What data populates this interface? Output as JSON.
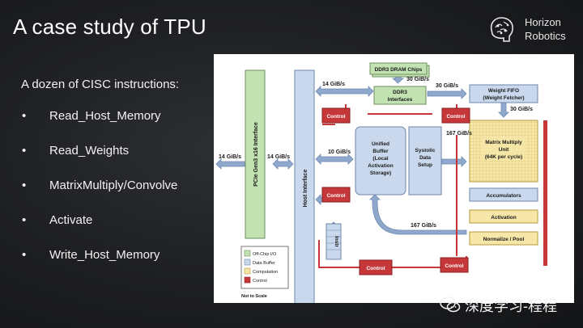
{
  "slide": {
    "title": "A case study of TPU",
    "intro": "A dozen of CISC instructions:",
    "bullets": [
      "Read_Host_Memory",
      "Read_Weights",
      "MatrixMultiply/Convolve",
      "Activate",
      "Write_Host_Memory"
    ],
    "bullet_symbol": "•"
  },
  "logo": {
    "line1": "Horizon",
    "line2": "Robotics",
    "icon": "brain-icon"
  },
  "watermark": {
    "text": "深度学习-程程",
    "icon": "wechat-icon"
  },
  "colors": {
    "background": "#1f2023",
    "offchip_io": "#c2e2b2",
    "data_buffer": "#c9d8ec",
    "computation": "#f6e6a8",
    "control": "#c6373a",
    "arrow": "#8fa8cc"
  },
  "diagram": {
    "pcie": "PCIe Gen3 x16 Interface",
    "host_interface": "Host Interface",
    "ddr3_chips": "DDR3 DRAM Chips",
    "ddr3_interfaces": [
      "DDR3",
      "Interfaces"
    ],
    "weight_fifo": [
      "Weight FIFO",
      "(Weight Fetcher)"
    ],
    "unified_buffer": [
      "Unified",
      "Buffer",
      "(Local",
      "Activation",
      "Storage)"
    ],
    "systolic": [
      "Systolic",
      "Data",
      "Setup"
    ],
    "mmu": [
      "Matrix Multiply",
      "Unit",
      "(64K per cycle)"
    ],
    "accumulators": "Accumulators",
    "activation": "Activation",
    "normalize": "Normalize / Pool",
    "control": "Control",
    "instr": "Instr",
    "not_to_scale": "Not to Scale",
    "rates": {
      "pcie_in": "14 GiB/s",
      "host_in": "14 GiB/s",
      "host_top": "14 GiB/s",
      "ddr_top": "30 GiB/s",
      "ddr_right": "30 GiB/s",
      "fifo_down": "30 GiB/s",
      "ub_in": "10 GiB/s",
      "mmu_in": "167 GiB/s",
      "loop": "167 GiB/s"
    },
    "legend": [
      "Off-Chip I/O",
      "Data Buffer",
      "Computation",
      "Control"
    ]
  }
}
